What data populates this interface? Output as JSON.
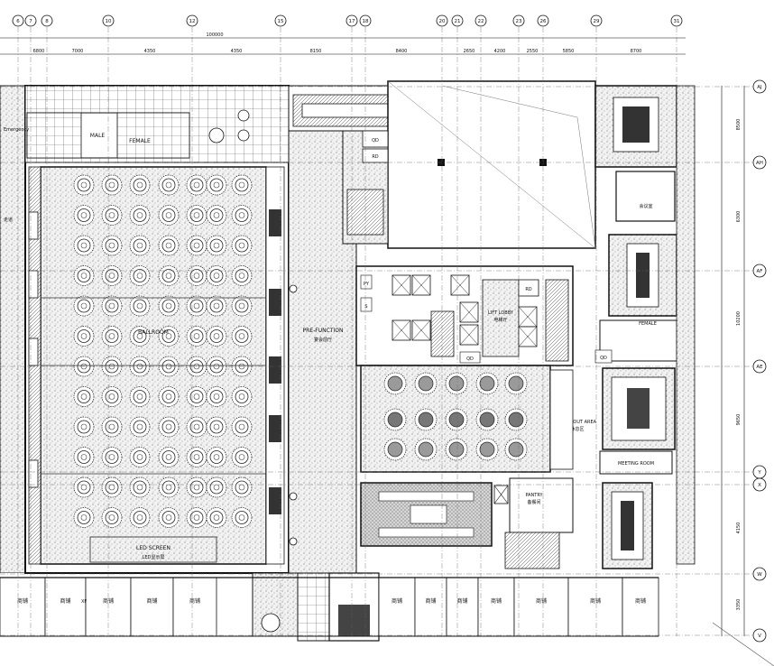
{
  "grid": {
    "top_labels": [
      "6",
      "7",
      "8",
      "10",
      "12",
      "15",
      "17",
      "18",
      "20",
      "21",
      "22",
      "23",
      "26",
      "29",
      "31"
    ],
    "top_dims": [
      "6800",
      "7000",
      "4350",
      "4350",
      "8150",
      "8400",
      "2650",
      "4200",
      "2550",
      "5850",
      "8700"
    ],
    "overall_dim": "100000",
    "right_labels": [
      "AJ",
      "AH",
      "AF",
      "AE",
      "Y",
      "X",
      "W",
      "V"
    ],
    "right_dims": [
      "8500",
      "6300",
      "10200",
      "9650",
      "4150",
      "3350"
    ]
  },
  "rooms": {
    "ballroom": "BALLROOM",
    "prefunction": "PRE-FUNCTION",
    "prefunction_cn": "宴会前厅",
    "led_screen": "LED SCREEN",
    "led_screen_cn": "LED显示屏",
    "male": "MALE",
    "female": "FEMALE",
    "lift_lobby": "LIFT LOBBY",
    "lift_lobby_cn": "电梯厅",
    "breakout": "BREAKOUT AREA",
    "breakout_cn": "休息区",
    "pantry": "PANTRY",
    "pantry_cn": "备餐间",
    "female_right": "FEMALE",
    "meeting_room": "MEETING ROOM",
    "qd": "QD",
    "rd": "RD",
    "py": "PY",
    "s": "S",
    "chinese_corridor": "走道",
    "exit": "Emergency",
    "shop": "商铺",
    "xf": "XF",
    "small_room": "会议室"
  }
}
